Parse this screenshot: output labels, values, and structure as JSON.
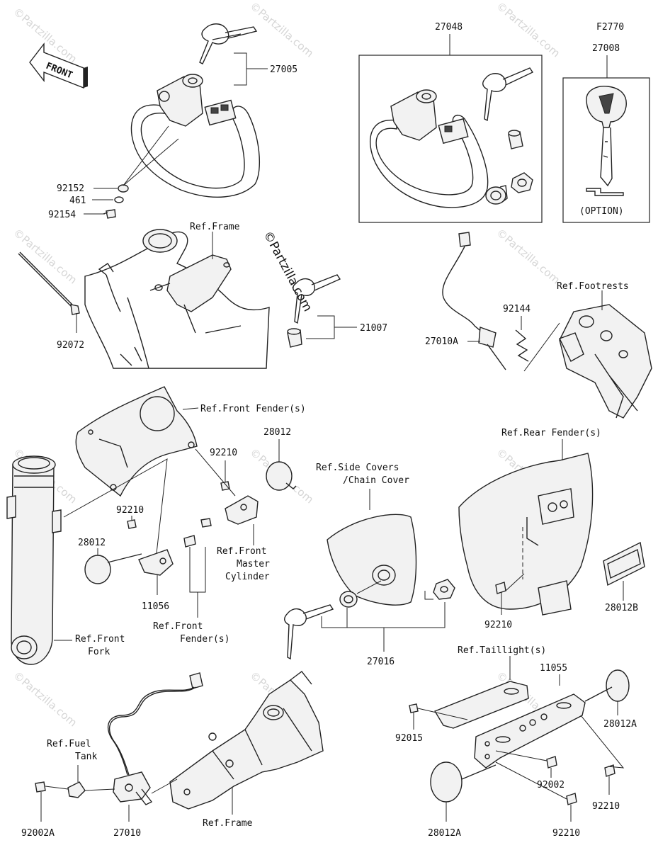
{
  "watermark": {
    "text": "©Partzilla.com",
    "main_text": "©Partzilla.com"
  },
  "front_arrow": {
    "text": "FRONT"
  },
  "option_box": {
    "ref": "F2770",
    "part": "27008",
    "note": "(OPTION)"
  },
  "labels": {
    "p27005": "27005",
    "p27048": "27048",
    "p92152": "92152",
    "p461": "461",
    "p92154": "92154",
    "ref_frame_top": "Ref.Frame",
    "p92072": "92072",
    "p21007": "21007",
    "ref_footrests": "Ref.Footrests",
    "p92144": "92144",
    "p27010A": "27010A",
    "ref_front_fender_top": "Ref.Front Fender(s)",
    "p28012_top": "28012",
    "p92210_a": "92210",
    "p92210_b": "92210",
    "p28012_left": "28012",
    "p11056": "11056",
    "ref_front_master_1": "Ref.Front",
    "ref_front_master_2": "Master",
    "ref_front_master_3": "Cylinder",
    "ref_front_fender_bot_1": "Ref.Front",
    "ref_front_fender_bot_2": "Fender(s)",
    "ref_front_fork_1": "Ref.Front",
    "ref_front_fork_2": "Fork",
    "ref_side_covers_1": "Ref.Side Covers",
    "ref_side_covers_2": "/Chain Cover",
    "p27016": "27016",
    "ref_rear_fender": "Ref.Rear Fender(s)",
    "p92210_c": "92210",
    "p28012B": "28012B",
    "ref_taillight": "Ref.Taillight(s)",
    "p11055": "11055",
    "p92015": "92015",
    "p28012A_right": "28012A",
    "p92002": "92002",
    "p92210_d": "92210",
    "p28012A_bot": "28012A",
    "p92210_e": "92210",
    "ref_fuel_tank_1": "Ref.Fuel",
    "ref_fuel_tank_2": "Tank",
    "p92002A": "92002A",
    "p27010": "27010",
    "ref_frame_bot": "Ref.Frame"
  }
}
